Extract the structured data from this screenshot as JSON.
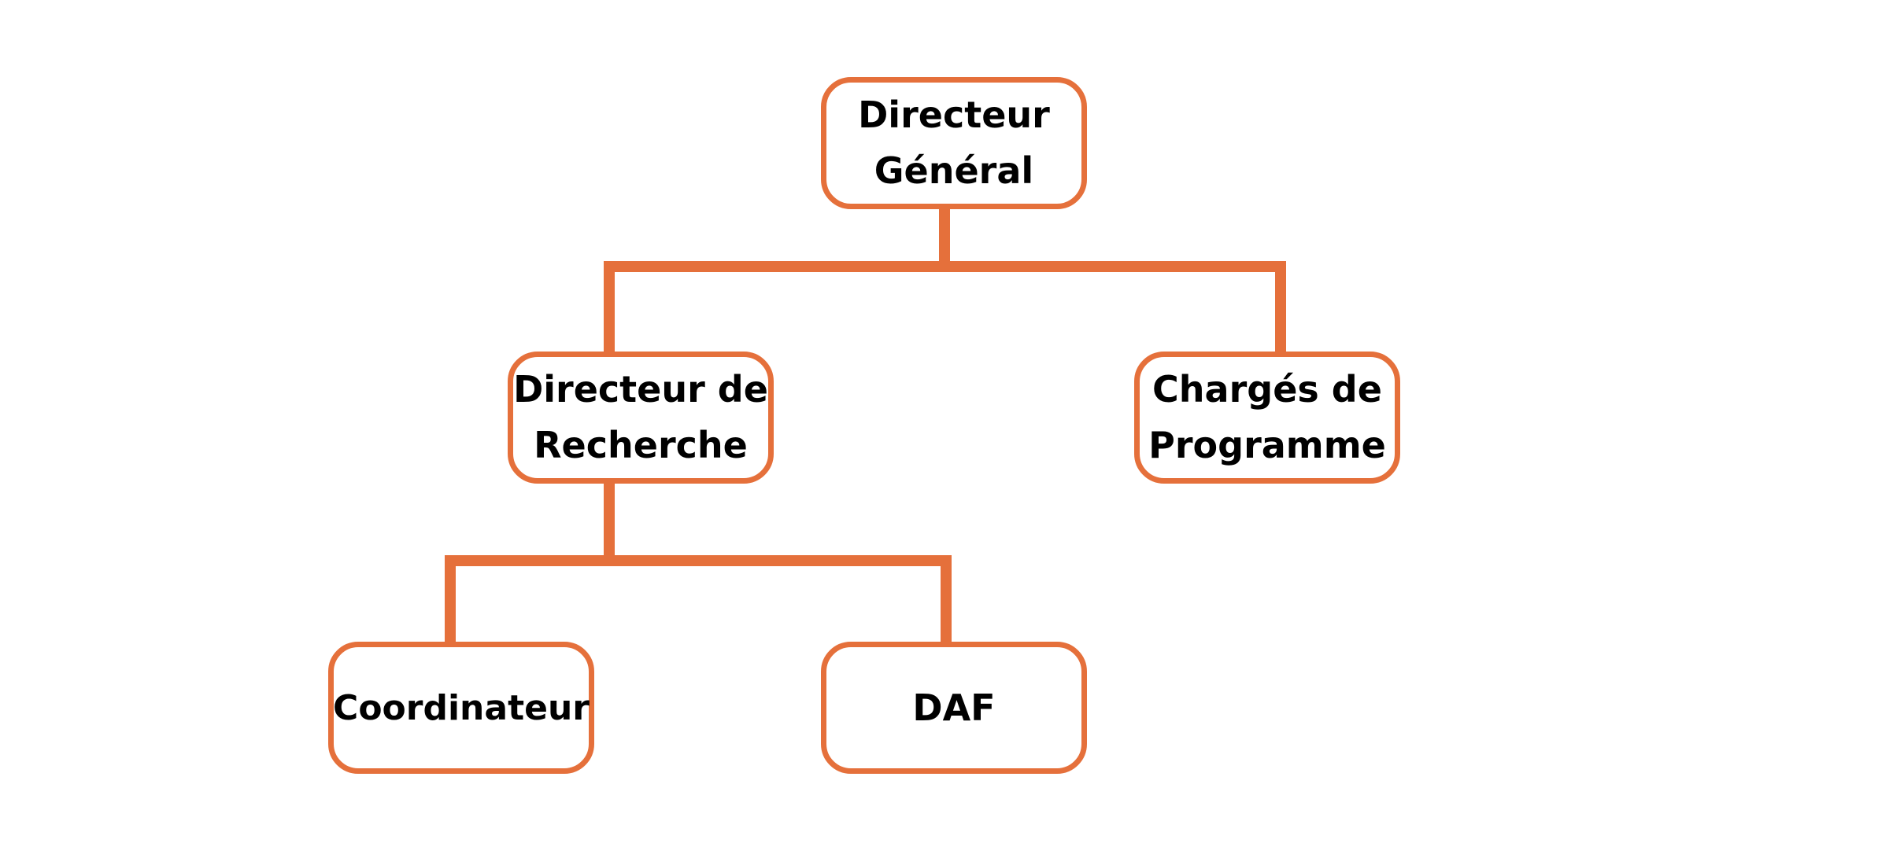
{
  "diagram": {
    "colors": {
      "stroke": "#E5703B",
      "node_fill": "#ffffff",
      "text": "#000000"
    },
    "nodes": {
      "directeur_general": {
        "line1": "Directeur",
        "line2": "Général"
      },
      "directeur_recherche": {
        "line1": "Directeur de",
        "line2": "Recherche"
      },
      "charges_programme": {
        "line1": "Chargés de",
        "line2": "Programme"
      },
      "coordinateur": {
        "label": "Coordinateur"
      },
      "daf": {
        "label": "DAF"
      }
    }
  }
}
